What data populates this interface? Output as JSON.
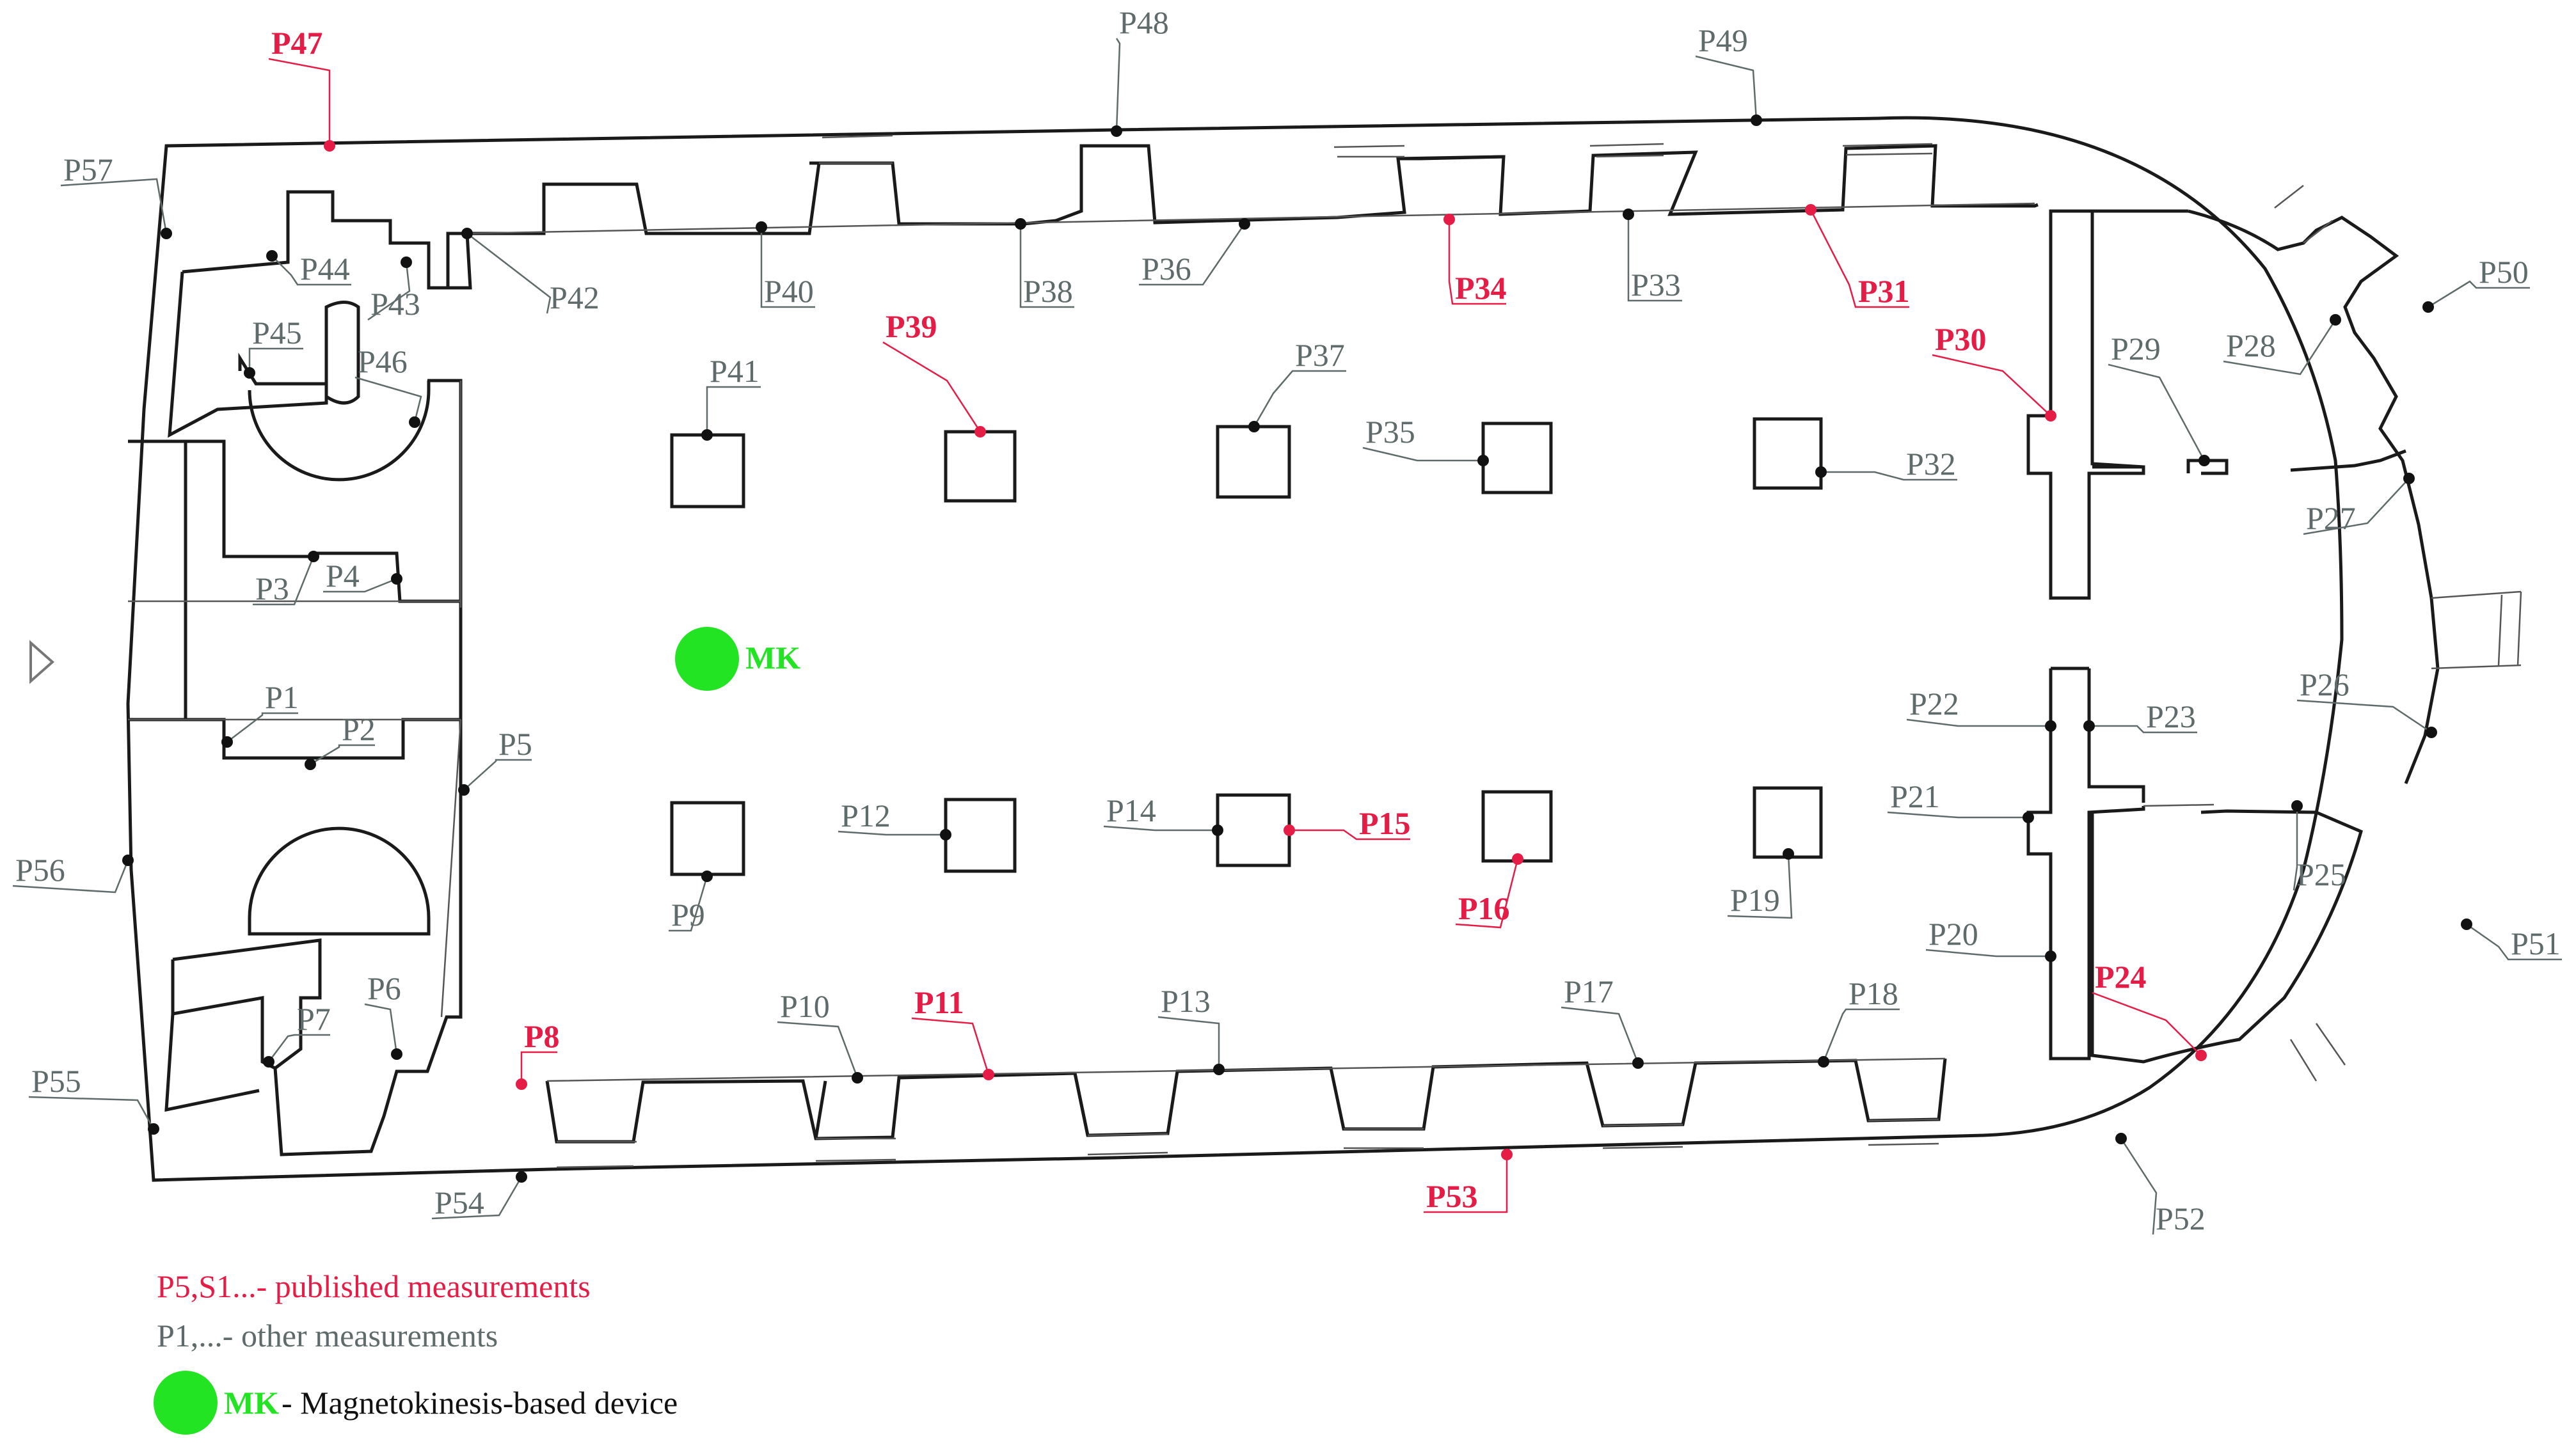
{
  "colors": {
    "published": "#e51c45",
    "other": "#5e6b6a",
    "device": "#22e422",
    "wall": "#1a1a1a"
  },
  "points": [
    {
      "id": "P1",
      "kind": "other"
    },
    {
      "id": "P2",
      "kind": "other"
    },
    {
      "id": "P3",
      "kind": "other"
    },
    {
      "id": "P4",
      "kind": "other"
    },
    {
      "id": "P5",
      "kind": "other"
    },
    {
      "id": "P6",
      "kind": "other"
    },
    {
      "id": "P7",
      "kind": "other"
    },
    {
      "id": "P8",
      "kind": "published"
    },
    {
      "id": "P9",
      "kind": "other"
    },
    {
      "id": "P10",
      "kind": "other"
    },
    {
      "id": "P11",
      "kind": "published"
    },
    {
      "id": "P12",
      "kind": "other"
    },
    {
      "id": "P13",
      "kind": "other"
    },
    {
      "id": "P14",
      "kind": "other"
    },
    {
      "id": "P15",
      "kind": "published"
    },
    {
      "id": "P16",
      "kind": "published"
    },
    {
      "id": "P17",
      "kind": "other"
    },
    {
      "id": "P18",
      "kind": "other"
    },
    {
      "id": "P19",
      "kind": "other"
    },
    {
      "id": "P20",
      "kind": "other"
    },
    {
      "id": "P21",
      "kind": "other"
    },
    {
      "id": "P22",
      "kind": "other"
    },
    {
      "id": "P23",
      "kind": "other"
    },
    {
      "id": "P24",
      "kind": "published"
    },
    {
      "id": "P25",
      "kind": "other"
    },
    {
      "id": "P26",
      "kind": "other"
    },
    {
      "id": "P27",
      "kind": "other"
    },
    {
      "id": "P28",
      "kind": "other"
    },
    {
      "id": "P29",
      "kind": "other"
    },
    {
      "id": "P30",
      "kind": "published"
    },
    {
      "id": "P31",
      "kind": "published"
    },
    {
      "id": "P32",
      "kind": "other"
    },
    {
      "id": "P33",
      "kind": "other"
    },
    {
      "id": "P34",
      "kind": "published"
    },
    {
      "id": "P35",
      "kind": "other"
    },
    {
      "id": "P36",
      "kind": "other"
    },
    {
      "id": "P37",
      "kind": "other"
    },
    {
      "id": "P38",
      "kind": "other"
    },
    {
      "id": "P39",
      "kind": "published"
    },
    {
      "id": "P40",
      "kind": "other"
    },
    {
      "id": "P41",
      "kind": "other"
    },
    {
      "id": "P42",
      "kind": "other"
    },
    {
      "id": "P43",
      "kind": "other"
    },
    {
      "id": "P44",
      "kind": "other"
    },
    {
      "id": "P45",
      "kind": "other"
    },
    {
      "id": "P46",
      "kind": "other"
    },
    {
      "id": "P47",
      "kind": "published"
    },
    {
      "id": "P48",
      "kind": "other"
    },
    {
      "id": "P49",
      "kind": "other"
    },
    {
      "id": "P50",
      "kind": "other"
    },
    {
      "id": "P51",
      "kind": "other"
    },
    {
      "id": "P52",
      "kind": "other"
    },
    {
      "id": "P53",
      "kind": "published"
    },
    {
      "id": "P54",
      "kind": "other"
    },
    {
      "id": "P55",
      "kind": "other"
    },
    {
      "id": "P56",
      "kind": "other"
    },
    {
      "id": "P57",
      "kind": "other"
    }
  ],
  "device": {
    "label": "MK"
  },
  "legend": {
    "published": "P5,S1...- published measurements",
    "other": "P1,...- other measurements",
    "device_abbr": "MK",
    "device_desc": " - Magnetokinesis-based device"
  }
}
